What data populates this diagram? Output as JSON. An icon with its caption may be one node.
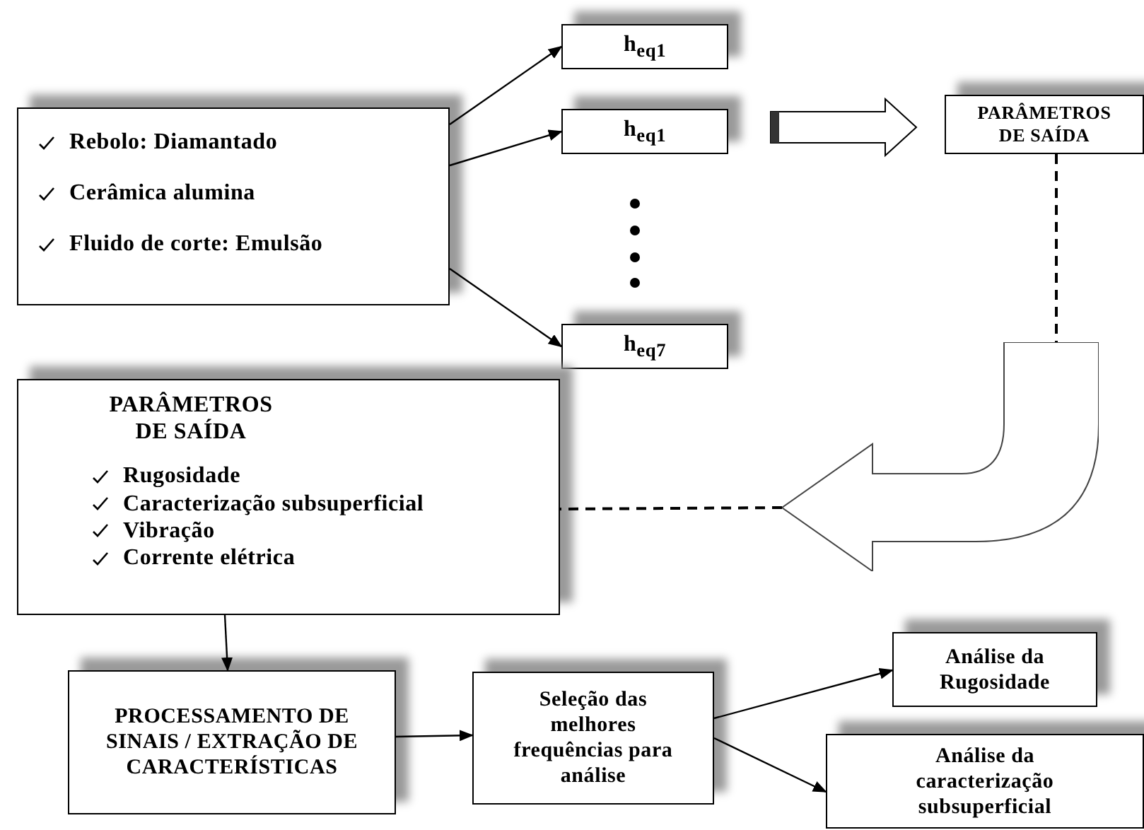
{
  "diagram": {
    "nodes": [
      {
        "text": [
          "Rebolo: Diamantado",
          "Cerâmica alumina",
          "Fluido de corte: Emulsão"
        ]
      },
      {
        "text": [
          "h$_{eq1}$"
        ]
      },
      {
        "text": [
          "h$_{eq1}$"
        ]
      },
      {
        "text": [
          "h$_{eq7}$"
        ]
      },
      {
        "text": [
          "PARÂMETROS DE SAÍDA"
        ]
      },
      {
        "text": [
          "PARÂMETROS DE SAÍDA",
          "Rugosidade",
          "Caracterização subsuperficial",
          "Vibração",
          "Corrente elétrica"
        ]
      },
      {
        "text": [
          "PROCESSAMENTO DE SINAIS / EXTRAÇÃO DE CARACTERÍSTICAS"
        ]
      },
      {
        "text": [
          "Seleção das melhores frequências para análise"
        ]
      },
      {
        "text": [
          "Análise da Rugosidade"
        ]
      },
      {
        "text": [
          "Análise da caracterização subsuperficial"
        ]
      },
      {
        "text": [],
        "shape": "arrow"
      }
    ],
    "edges": [
      {
        "from": 0,
        "to": 1,
        "arrow": "to"
      },
      {
        "from": 0,
        "to": 2,
        "arrow": "to"
      },
      {
        "from": 0,
        "to": 3,
        "arrow": "to"
      },
      {
        "from": 2,
        "to": 4,
        "arrow": "to",
        "style": "thick"
      },
      {
        "from": 4,
        "to": 10,
        "arrow": "none",
        "style": "dashed"
      },
      {
        "from": 10,
        "to": 5,
        "arrow": "none",
        "style": "dashed"
      },
      {
        "from": 5,
        "to": 6,
        "arrow": "to"
      },
      {
        "from": 6,
        "to": 7,
        "arrow": "to"
      },
      {
        "from": 7,
        "to": 8,
        "arrow": "to"
      },
      {
        "from": 7,
        "to": 9,
        "arrow": "to"
      }
    ]
  }
}
